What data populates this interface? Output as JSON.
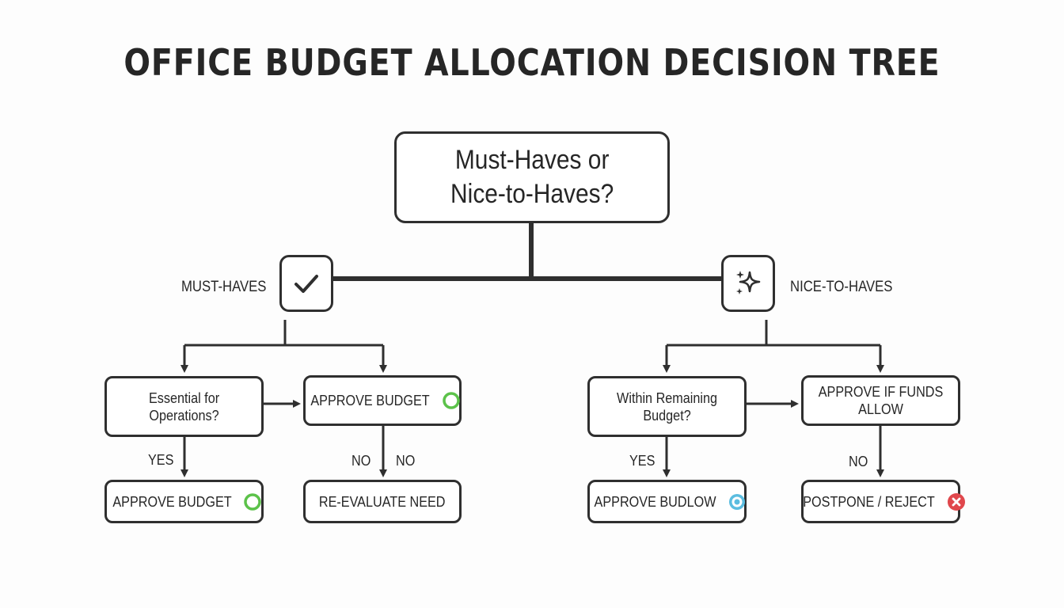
{
  "title": "OFFICE BUDGET ALLOCATION DECISION TREE",
  "root": {
    "line1": "Must-Haves or",
    "line2": "Nice-to-Haves?"
  },
  "branches": {
    "must": {
      "label": "MUST-HAVES",
      "icon": "checkmark-icon"
    },
    "nice": {
      "label": "NICE-TO-HAVES",
      "icon": "sparkle-icon"
    }
  },
  "must_nodes": {
    "essential": {
      "line1": "Essential for",
      "line2": "Operations?"
    },
    "approve_top": {
      "label": "APPROVE BUDGET",
      "status_icon": "green-circle-icon"
    },
    "approve_bottom": {
      "label": "APPROVE BUDGET",
      "status_icon": "green-circle-icon"
    },
    "reevaluate": {
      "label": "RE-EVALUATE NEED"
    }
  },
  "nice_nodes": {
    "within": {
      "line1": "Within Remaining",
      "line2": "Budget?"
    },
    "approve_if": {
      "line1": "APPROVE IF FUNDS",
      "line2": "ALLOW"
    },
    "approve_budlow": {
      "label": "APPROVE BUDLOW",
      "status_icon": "blue-target-icon"
    },
    "postpone": {
      "label": "POSTPONE / REJECT",
      "status_icon": "red-x-icon"
    }
  },
  "edge_labels": {
    "must_yes": "YES",
    "must_no_left": "NO",
    "must_no_right": "NO",
    "nice_yes": "YES",
    "nice_no": "NO"
  },
  "colors": {
    "stroke": "#2f2f2f",
    "text": "#262626",
    "approve_green": "#5cc24a",
    "target_blue": "#5bbde0",
    "reject_red": "#e0474c"
  }
}
